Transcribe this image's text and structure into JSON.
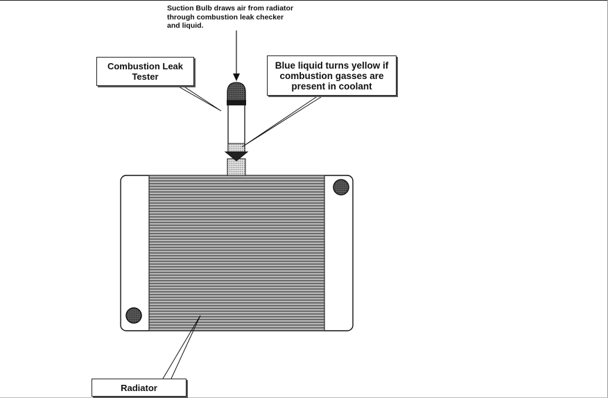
{
  "suction_note": "Suction Bulb draws air from radiator\nthrough combustion leak checker\nand liquid.",
  "labels": {
    "tester": "Combustion Leak\nTester",
    "liquid": "Blue liquid turns yellow if\ncombustion gasses are\npresent in coolant",
    "radiator": "Radiator"
  }
}
